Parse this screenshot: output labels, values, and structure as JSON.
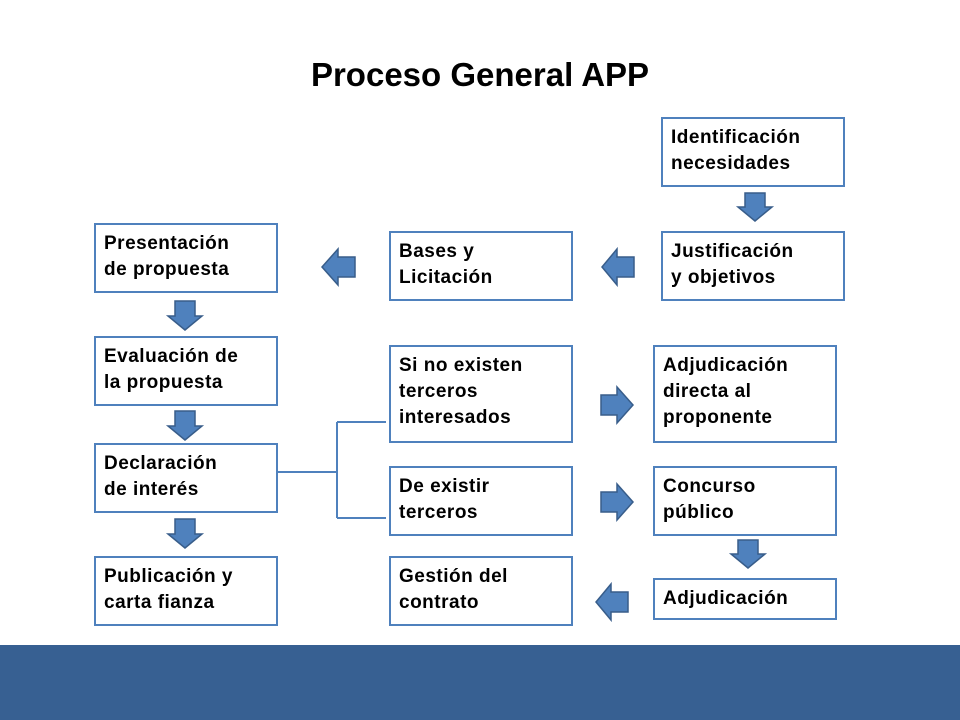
{
  "title": "Proceso General APP",
  "colors": {
    "box_border": "#4f81bd",
    "arrow_fill": "#4f81bd",
    "arrow_stroke": "#385d8a",
    "connector": "#4f81bd",
    "footer": "#376092"
  },
  "boxes": {
    "identificacion": "Identificación\nnecesidades",
    "justificacion": "Justificación\ny objetivos",
    "bases": "Bases y\nLicitación",
    "presentacion": "Presentación\nde  propuesta",
    "evaluacion": "Evaluación de\nla propuesta",
    "declaracion": "Declaración\nde interés",
    "publicacion": "Publicación y\ncarta fianza",
    "si_no_existen": "Si no existen\nterceros\ninteresados",
    "de_existir": "De existir\nterceros",
    "adjudicacion_directa": "Adjudicación\ndirecta al\nproponente",
    "concurso": "Concurso\npúblico",
    "adjudicacion": "Adjudicación",
    "gestion": "Gestión del\ncontrato"
  }
}
